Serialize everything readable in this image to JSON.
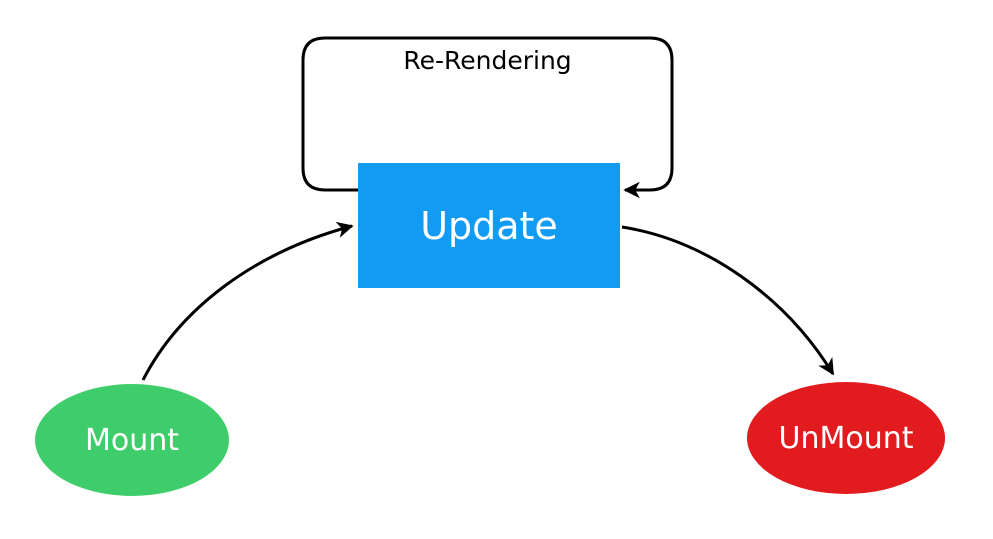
{
  "canvas": {
    "background": "#ffffff"
  },
  "diagram": {
    "arrow_color": "#000000",
    "nodes": {
      "mount": {
        "label": "Mount",
        "shape": "ellipse",
        "fill": "#3ECD6A",
        "text_color": "#ffffff"
      },
      "update": {
        "label": "Update",
        "shape": "rectangle",
        "fill": "#119BF2",
        "text_color": "#ffffff"
      },
      "unmount": {
        "label": "UnMount",
        "shape": "ellipse",
        "fill": "#E21B1F",
        "text_color": "#ffffff"
      }
    },
    "edges": [
      {
        "from": "mount",
        "to": "update"
      },
      {
        "from": "update",
        "to": "update",
        "label": "Re-Rendering",
        "label_color": "#000000"
      },
      {
        "from": "update",
        "to": "unmount"
      }
    ]
  }
}
